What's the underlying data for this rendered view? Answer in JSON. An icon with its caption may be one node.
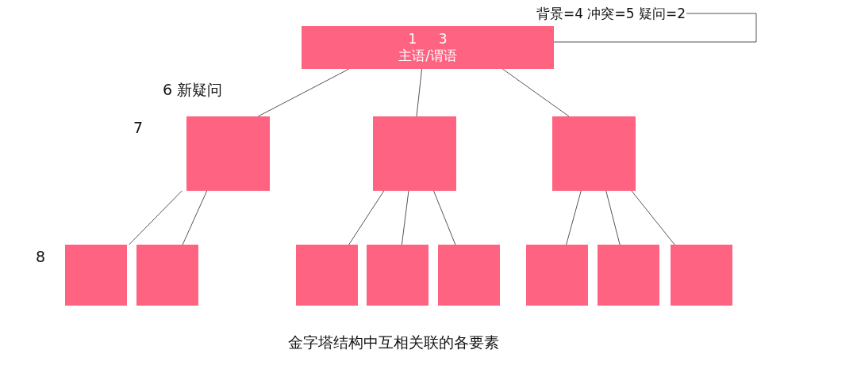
{
  "diagram": {
    "caption": "金字塔结构中互相关联的各要素",
    "nodes": [
      {
        "text": [
          "1 3",
          "主语/谓语"
        ]
      },
      {
        "text": [
          "背景=4 冲突=5 疑问=2"
        ]
      },
      {
        "text": [],
        "shape": "box"
      },
      {
        "text": [],
        "shape": "box"
      },
      {
        "text": [],
        "shape": "box"
      },
      {
        "text": [],
        "shape": "box"
      },
      {
        "text": [],
        "shape": "box"
      },
      {
        "text": [],
        "shape": "box"
      },
      {
        "text": [],
        "shape": "box"
      },
      {
        "text": [],
        "shape": "box"
      },
      {
        "text": [],
        "shape": "box"
      },
      {
        "text": [],
        "shape": "box"
      },
      {
        "text": [],
        "shape": "box"
      }
    ],
    "edges": [
      {
        "from": 1,
        "to": 0,
        "arrow": "none"
      },
      {
        "from": 0,
        "to": 2,
        "arrow": "none"
      },
      {
        "from": 0,
        "to": 3,
        "arrow": "none"
      },
      {
        "from": 0,
        "to": 4,
        "arrow": "none"
      },
      {
        "from": 2,
        "to": 5,
        "arrow": "none"
      },
      {
        "from": 2,
        "to": 6,
        "arrow": "none"
      },
      {
        "from": 3,
        "to": 7,
        "arrow": "none"
      },
      {
        "from": 3,
        "to": 8,
        "arrow": "none"
      },
      {
        "from": 3,
        "to": 9,
        "arrow": "none"
      },
      {
        "from": 4,
        "to": 10,
        "arrow": "none"
      },
      {
        "from": 4,
        "to": 11,
        "arrow": "none"
      },
      {
        "from": 4,
        "to": 12,
        "arrow": "none"
      }
    ],
    "labels": [
      "6 新疑问",
      "7",
      "8"
    ]
  }
}
